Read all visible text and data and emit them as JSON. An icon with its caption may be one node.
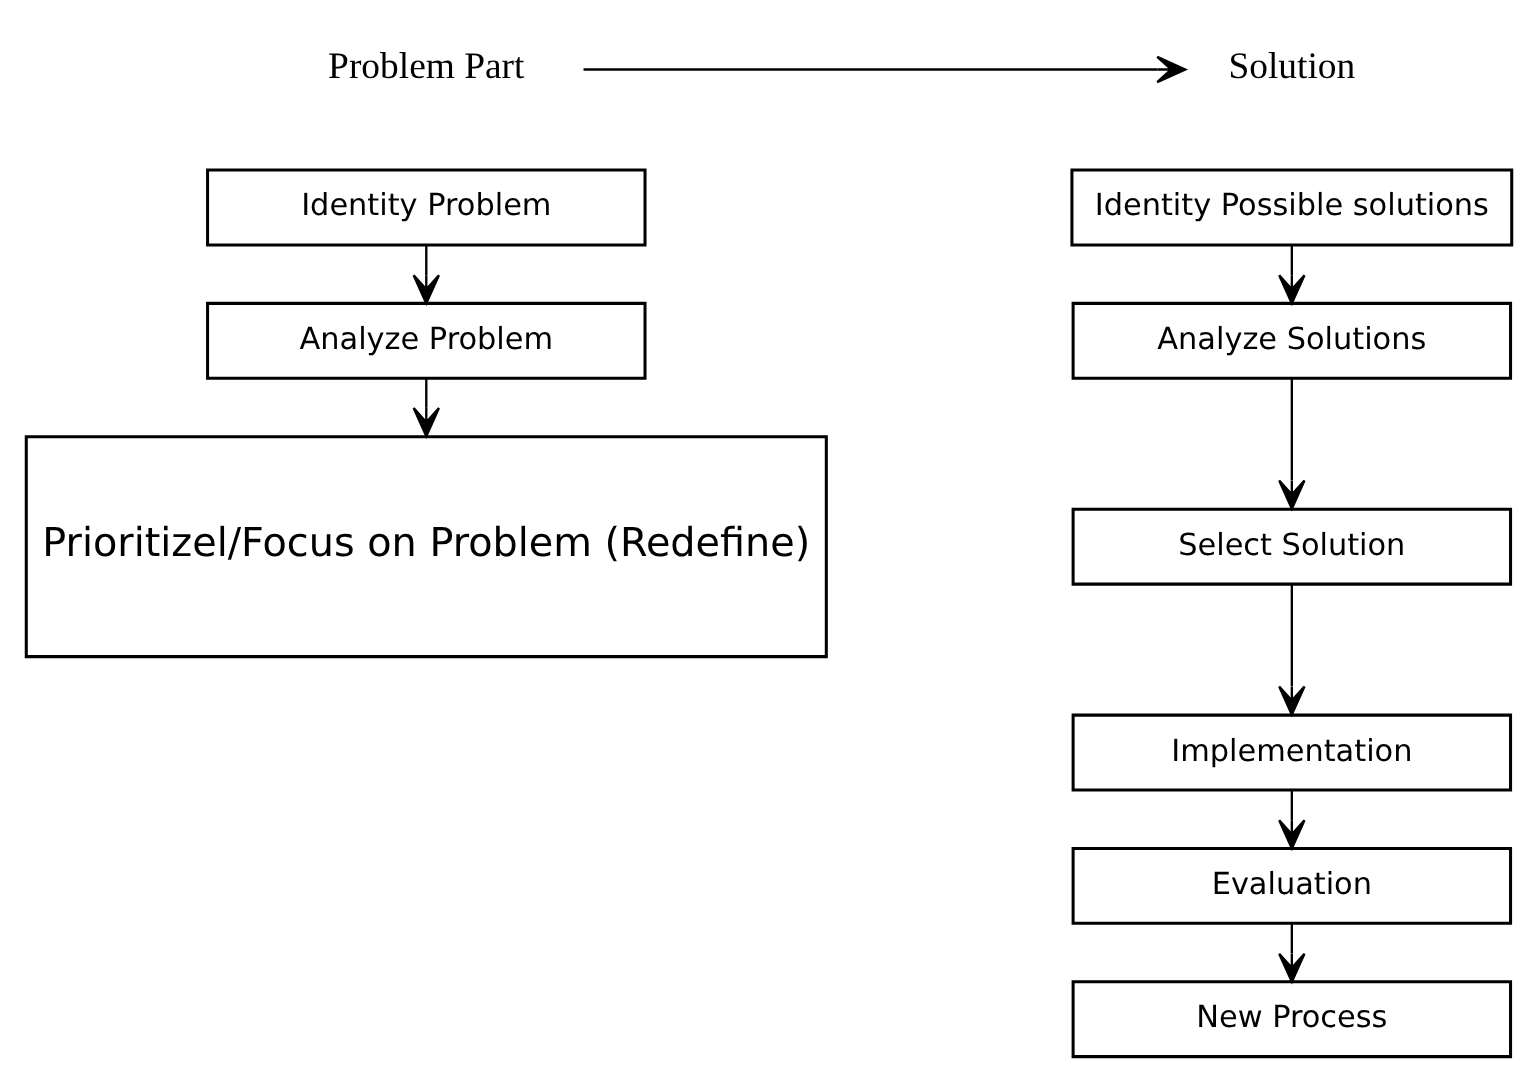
{
  "diagram": {
    "nodes": [
      {
        "text": [
          "Problem Part"
        ]
      },
      {
        "text": [
          "Solution"
        ]
      },
      {
        "text": [
          "Identity Problem"
        ]
      },
      {
        "text": [
          "Analyze Problem"
        ]
      },
      {
        "text": [
          "Prioritizel/Focus on Problem (Redefine)"
        ]
      },
      {
        "text": [
          "Identity Possible solutions"
        ]
      },
      {
        "text": [
          "Analyze Solutions"
        ]
      },
      {
        "text": [
          "Select Solution"
        ]
      },
      {
        "text": [
          "Implementation"
        ]
      },
      {
        "text": [
          "Evaluation"
        ]
      },
      {
        "text": [
          "New Process"
        ]
      }
    ],
    "edges": [
      {
        "from": 0,
        "to": 1,
        "arrow": "to"
      },
      {
        "from": 2,
        "to": 3,
        "arrow": "to"
      },
      {
        "from": 3,
        "to": 4,
        "arrow": "to"
      },
      {
        "from": 5,
        "to": 6,
        "arrow": "to"
      },
      {
        "from": 6,
        "to": 7,
        "arrow": "to"
      },
      {
        "from": 7,
        "to": 8,
        "arrow": "to"
      },
      {
        "from": 8,
        "to": 9,
        "arrow": "to"
      },
      {
        "from": 9,
        "to": 10,
        "arrow": "to"
      }
    ]
  }
}
